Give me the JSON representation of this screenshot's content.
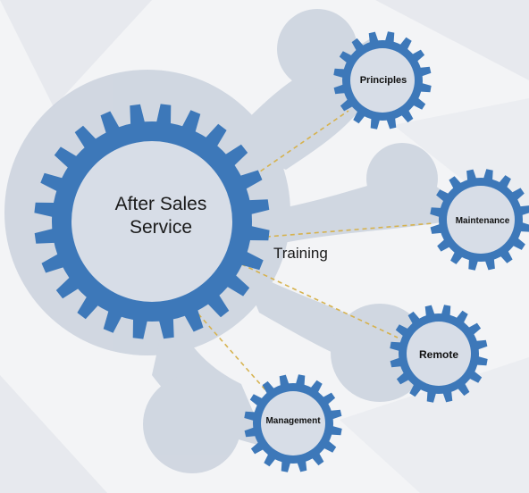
{
  "center": {
    "line1": "After Sales",
    "line2": "Service"
  },
  "nodes": {
    "principles": "Principles",
    "maintenance": "Maintenance",
    "remote": "Remote",
    "management": "Management"
  },
  "connector_label": "Training",
  "colors": {
    "gear": "#3d78b9",
    "gear_fill": "#d7dde7",
    "blob": "#c8d0dc",
    "connector": "#d6b24e",
    "background": "#f3f4f6"
  }
}
